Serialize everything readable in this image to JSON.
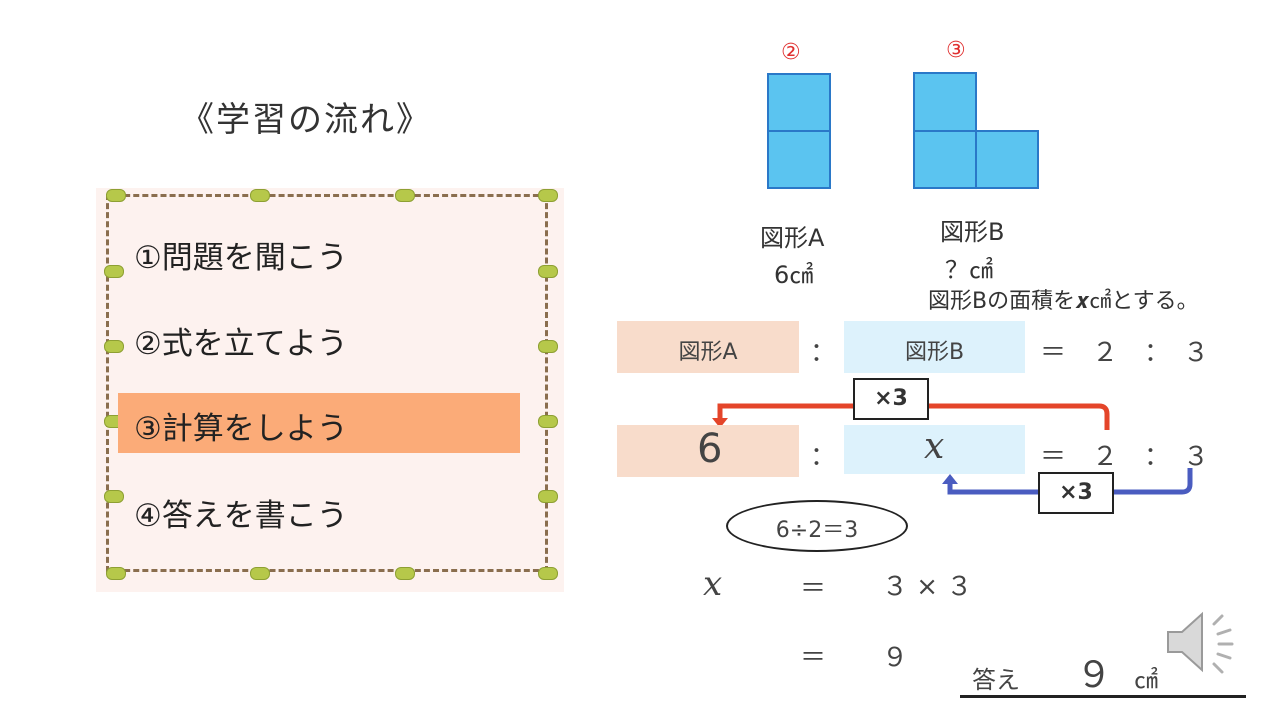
{
  "flow": {
    "title": "《学習の流れ》",
    "items": [
      {
        "label": "①問題を聞こう"
      },
      {
        "label": "②式を立てよう"
      },
      {
        "label": "③計算をしよう"
      },
      {
        "label": "④答えを書こう"
      }
    ],
    "active_index": 2
  },
  "figures": {
    "a": {
      "marker": "②",
      "name": "図形A",
      "area": "6㎠"
    },
    "b": {
      "marker": "③",
      "name": "図形B",
      "area": "？㎠"
    },
    "note": "図形Bの面積を𝒙㎠とする。"
  },
  "equation1": {
    "cell_a": "図形A",
    "colon": "：",
    "cell_b": "図形B",
    "rhs": "＝　２　：　３"
  },
  "equation2": {
    "cell_a": "6",
    "colon": "：",
    "cell_b": "𝑥",
    "rhs": "＝　２　：　３"
  },
  "arrows": {
    "top_label": "×3",
    "bottom_label": "×3"
  },
  "calc": {
    "bubble": "6÷2＝3",
    "line1_var": "𝑥",
    "line1_eq": "＝",
    "line1_expr": "３ × ３",
    "line2_eq": "＝",
    "line2_expr": "９"
  },
  "answer": {
    "label": "答え",
    "value": "９",
    "unit": "㎠"
  },
  "colors": {
    "shape_fill": "#5bc4f0",
    "shape_stroke": "#2a78c8",
    "red_arrow": "#e4452a",
    "blue_arrow": "#4a5cc0",
    "highlight": "#fbab78"
  }
}
